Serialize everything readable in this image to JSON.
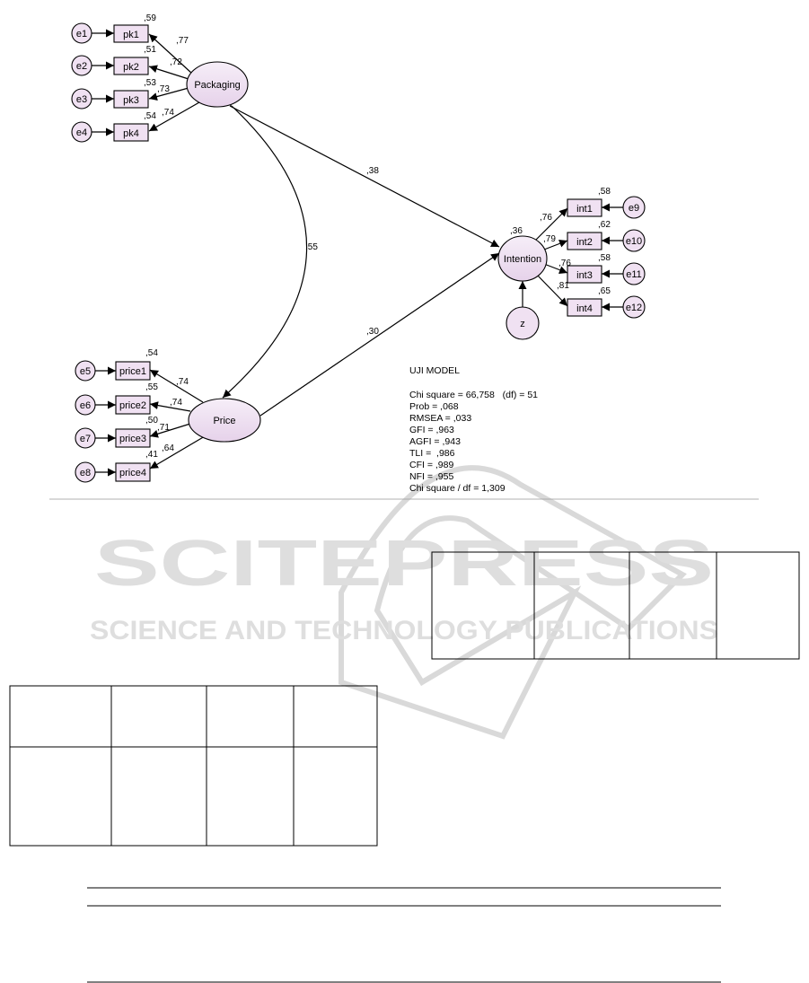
{
  "latents": {
    "packaging": "Packaging",
    "price": "Price",
    "intention": "Intention",
    "z": "z"
  },
  "packaging_items": [
    {
      "error": "e1",
      "name": "pk1",
      "r2": ",59",
      "loading": ",77"
    },
    {
      "error": "e2",
      "name": "pk2",
      "r2": ",51",
      "loading": ",72"
    },
    {
      "error": "e3",
      "name": "pk3",
      "r2": ",53",
      "loading": ",73"
    },
    {
      "error": "e4",
      "name": "pk4",
      "r2": ",54",
      "loading": ",74"
    }
  ],
  "price_items": [
    {
      "error": "e5",
      "name": "price1",
      "r2": ",54",
      "loading": ",74"
    },
    {
      "error": "e6",
      "name": "price2",
      "r2": ",55",
      "loading": ",74"
    },
    {
      "error": "e7",
      "name": "price3",
      "r2": ",50",
      "loading": ",71"
    },
    {
      "error": "e8",
      "name": "price4",
      "r2": ",41",
      "loading": ",64"
    }
  ],
  "intention_items": [
    {
      "error": "e9",
      "name": "int1",
      "r2": ",58",
      "loading": ",76"
    },
    {
      "error": "e10",
      "name": "int2",
      "r2": ",62",
      "loading": ",79"
    },
    {
      "error": "e11",
      "name": "int3",
      "r2": ",58",
      "loading": ",76"
    },
    {
      "error": "e12",
      "name": "int4",
      "r2": ",65",
      "loading": ",81"
    }
  ],
  "paths": {
    "packaging_to_intention": ",38",
    "price_to_intention": ",30",
    "packaging_price_covariance": ",55",
    "intention_r2": ",36"
  },
  "fit": {
    "title": "UJI MODEL",
    "lines": [
      "Chi square = 66,758   (df) = 51",
      "Prob = ,068",
      "RMSEA = ,033",
      "GFI = ,963",
      "AGFI = ,943",
      "TLI =  ,986",
      "CFI = ,989",
      "NFI = ,955",
      "Chi square / df = 1,309"
    ]
  },
  "watermark": {
    "brand": "SCITEPRESS",
    "tagline": "SCIENCE AND TECHNOLOGY PUBLICATIONS"
  }
}
